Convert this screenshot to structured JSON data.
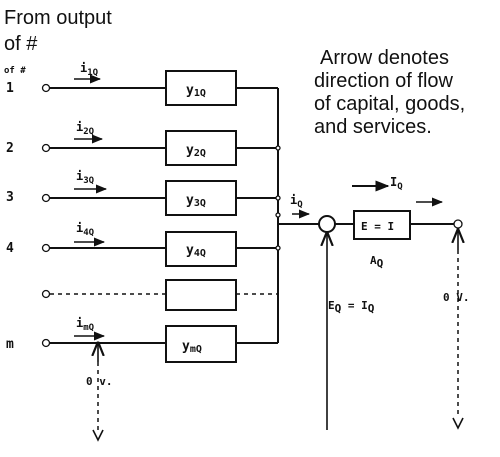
{
  "header": {
    "line1": "From output",
    "line2": "of #",
    "line3": "of #"
  },
  "note": {
    "line1": "Arrow denotes",
    "line2": "direction of flow",
    "line3": "of capital, goods,",
    "line4": "and services."
  },
  "inputs": [
    {
      "index": "1",
      "current": "i",
      "current_sub": "1Q",
      "block": "y",
      "block_sub": "1Q"
    },
    {
      "index": "2",
      "current": "i",
      "current_sub": "2Q",
      "block": "y",
      "block_sub": "2Q"
    },
    {
      "index": "3",
      "current": "i",
      "current_sub": "3Q",
      "block": "y",
      "block_sub": "3Q"
    },
    {
      "index": "4",
      "current": "i",
      "current_sub": "4Q",
      "block": "y",
      "block_sub": "4Q"
    },
    {
      "index": "m",
      "current": "i",
      "current_sub": "mQ",
      "block": "y",
      "block_sub": "mQ"
    }
  ],
  "summing": {
    "current": "i",
    "current_sub": "Q",
    "source_left": "E",
    "source_left_sub": "Q",
    "source_eq": " = I",
    "source_right_sub": "Q"
  },
  "transfer_block": {
    "equation": "E = I",
    "label": "A",
    "label_sub": "Q"
  },
  "output": {
    "current": "I",
    "current_sub": "Q",
    "ground": "0 V."
  },
  "ground_left": "0 v."
}
